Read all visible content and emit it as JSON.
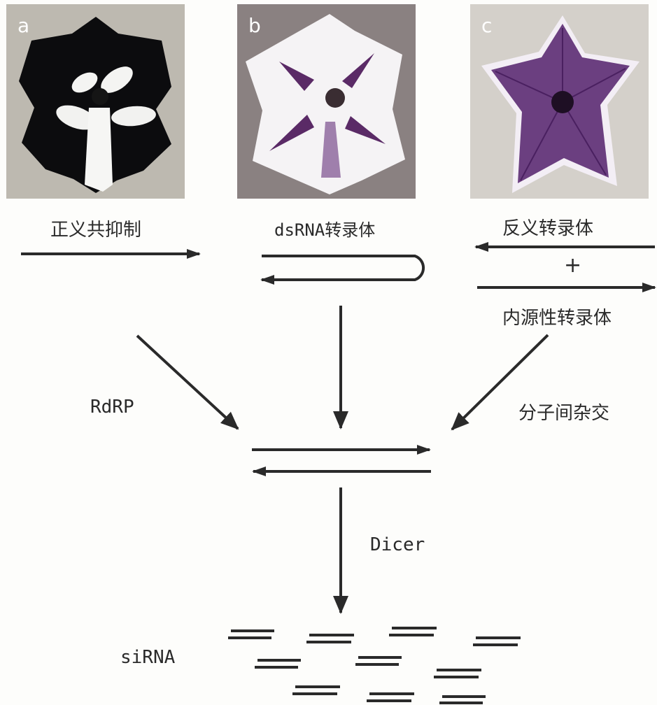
{
  "panels": [
    {
      "letter": "a",
      "description_icon": "black-white-petunia-flower"
    },
    {
      "letter": "b",
      "description_icon": "white-purple-streaked-petunia-flower"
    },
    {
      "letter": "c",
      "description_icon": "purple-veined-petunia-flower"
    }
  ],
  "labels": {
    "sense_cosuppression": "正义共抑制",
    "dsrna_transcript": "dsRNA转录体",
    "antisense_transcript": "反义转录体",
    "plus_sign": "+",
    "endogenous_transcript": "内源性转录体",
    "rdrp": "RdRP",
    "intermolecular_hybrid": "分子间杂交",
    "dicer": "Dicer",
    "sirna": "siRNA"
  },
  "colors": {
    "ink": "#2a2a2a",
    "panel_a_bg": "#bdb9b0",
    "panel_b_bg": "#8a8181",
    "panel_c_bg": "#d4d0ca",
    "petal_purple": "#5a2a66",
    "vein_purple": "#7b4d8d"
  }
}
